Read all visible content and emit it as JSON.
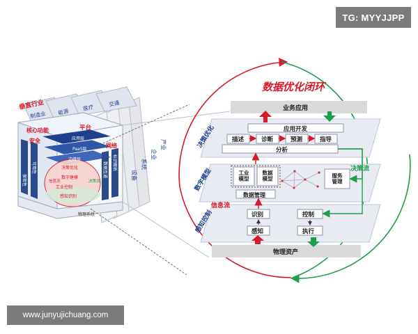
{
  "watermark": {
    "tag": "TG: MYYJJPP",
    "url": "www.junyujichuang.com"
  },
  "left": {
    "industry_title": "垂直行业",
    "stack_labels": [
      "制造业",
      "能源",
      "医疗",
      "交通"
    ],
    "side_labels": [
      "产业",
      "企业",
      "系统",
      "设备"
    ],
    "core_func": "核心功能",
    "platform": "平台",
    "app_layer": "应用层",
    "paas_layer": "PaaS层",
    "edge_layer": "边缘层",
    "security": "安全",
    "network": "网络",
    "sec_cols": [
      "保密性",
      "可用性"
    ],
    "net_cols": [
      "数据互通",
      "标识解析"
    ],
    "loop_items": [
      "决策优化",
      "数字建模",
      "工业控制",
      "感知识别",
      "信息流",
      "决策流"
    ],
    "physical": "物理系统"
  },
  "right": {
    "title": "数据优化闭环",
    "top_bar": "业务应用",
    "bottom_bar": "物理资产",
    "layer_labels": [
      "决策优化",
      "数字模型",
      "感知控制"
    ],
    "app_dev": "应用开发",
    "steps": [
      "描述",
      "诊断",
      "预测",
      "指导"
    ],
    "analysis": "分析",
    "models": [
      "工业\n模型",
      "数据\n模型"
    ],
    "data_mgmt": "数据管理",
    "service_mgmt": "服务\n管理",
    "sense_boxes": [
      "识别",
      "控制",
      "感知",
      "执行"
    ],
    "info_flow": "信息流",
    "decision_flow": "决策流"
  },
  "colors": {
    "red": "#d7192b",
    "green": "#1c9e4a",
    "blue": "#1f3f8f"
  }
}
